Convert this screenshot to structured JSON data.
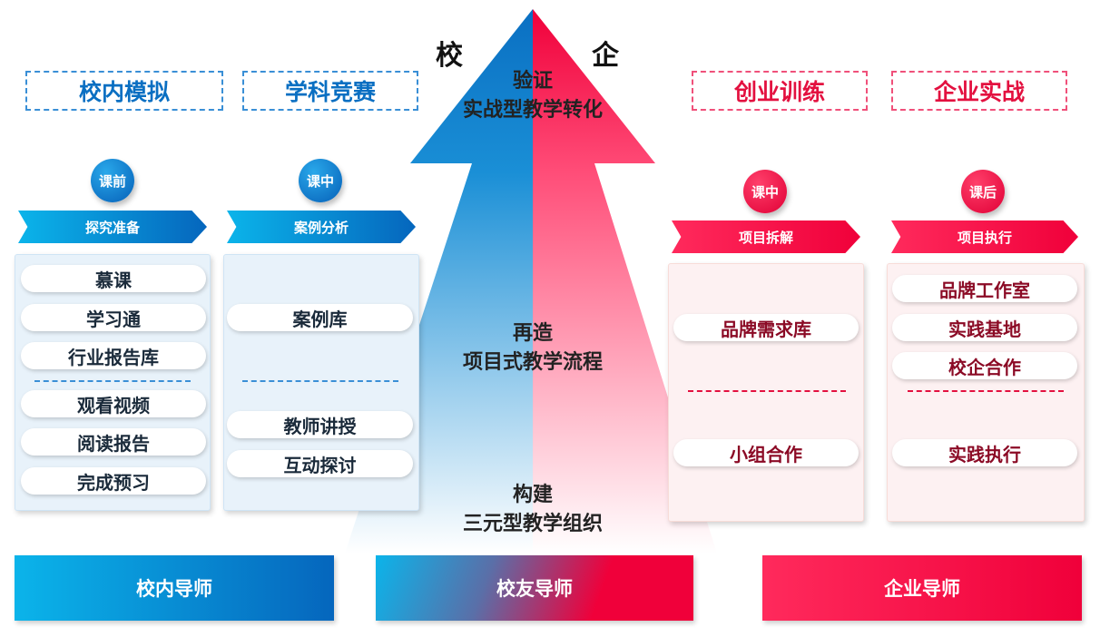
{
  "header": {
    "left_char": "校",
    "right_char": "企"
  },
  "categories": [
    "校内模拟",
    "学科竞赛",
    "创业训练",
    "企业实战"
  ],
  "arrow_labels": [
    {
      "title": "验证",
      "subtitle": "实战型教学转化"
    },
    {
      "title": "再造",
      "subtitle": "项目式教学流程"
    },
    {
      "title": "构建",
      "subtitle": "三元型教学组织"
    }
  ],
  "columns": [
    {
      "stage": "课前",
      "phase": "探究准备",
      "top_items": [
        "慕课",
        "学习通",
        "行业报告库"
      ],
      "bottom_items": [
        "观看视频",
        "阅读报告",
        "完成预习"
      ]
    },
    {
      "stage": "课中",
      "phase": "案例分析",
      "top_items": [
        "案例库"
      ],
      "bottom_items": [
        "教师讲授",
        "互动探讨"
      ]
    },
    {
      "stage": "课中",
      "phase": "项目拆解",
      "top_items": [
        "品牌需求库"
      ],
      "bottom_items": [
        "小组合作"
      ]
    },
    {
      "stage": "课后",
      "phase": "项目执行",
      "top_items": [
        "品牌工作室",
        "实践基地",
        "校企合作"
      ],
      "bottom_items": [
        "实践执行"
      ]
    }
  ],
  "mentors": [
    "校内导师",
    "校友导师",
    "企业导师"
  ],
  "colors": {
    "blue": "#0a6fc2",
    "red": "#f0003a"
  }
}
